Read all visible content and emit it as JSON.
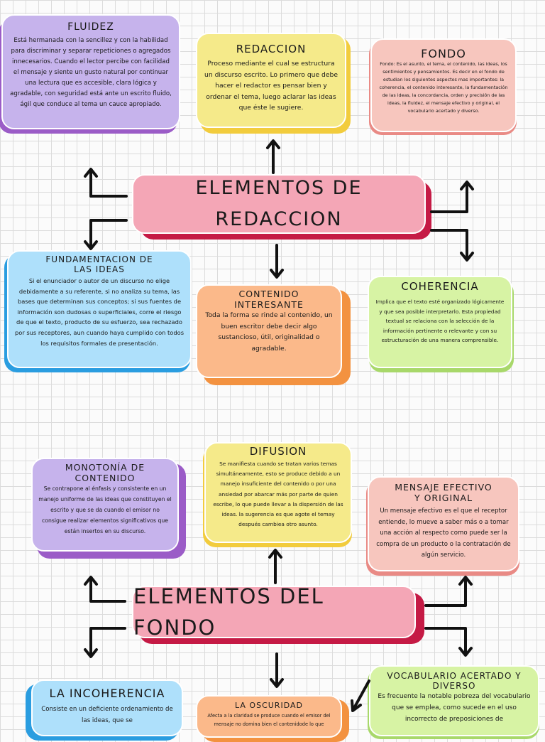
{
  "section1": {
    "hub_line1": "ELEMENTOS DE",
    "hub_line2": "REDACCION",
    "fluidez": {
      "title": "FLUIDEZ",
      "text": "Está hermanada con la sencillez y con la habilidad para discriminar y separar repeticiones o agregados innecesarios. Cuando el lector percibe con facilidad el mensaje y siente un gusto natural por continuar una lectura que es accesible, clara lógica y agradable, con seguridad está ante un escrito fluido, ágil que conduce al tema un cauce apropiado."
    },
    "redaccion": {
      "title": "REDACCION",
      "text": "Proceso mediante el cual se estructura un discurso escrito. Lo primero que debe hacer el redactor es pensar bien y ordenar el tema, luego aclarar las ideas que éste le sugiere."
    },
    "fondo": {
      "title": "FONDO",
      "text": "Fondo: Es el asunto, el tema, el contenido, las ideas, los sentimientos y pensamientos.  Es decir en el fondo de estudian  los siguientes aspectos mas importantes: la coherencia, el contenido interesante, la fundamentación de las ideas, la concordancia, orden y precisión de las ideas, la fluidez, el mensaje efectivo y original, el vocabulario acertado y diverso."
    },
    "fundamentacion": {
      "title_line1": "FUNDAMENTACION DE",
      "title_line2": "LAS IDEAS",
      "text": "Si el enunciador o autor de un discurso no elige debidamente a su referente, si no analiza su tema, las bases que determinan sus conceptos; si sus fuentes de información son dudosas o superficiales, corre el riesgo de que el texto, producto de su esfuerzo, sea rechazado por sus receptores, aun cuando haya cumplido con todos los requisitos formales de presentación."
    },
    "contenido": {
      "title_line1": "CONTENIDO",
      "title_line2": "INTERESANTE",
      "text": "Toda la forma se rinde al contenido, un buen escritor debe decir algo sustancioso, útil, originalidad o agradable."
    },
    "coherencia": {
      "title": "COHERENCIA",
      "text": "Implica que el texto esté organizado lógicamente y que sea posible interpretarlo. Esta propiedad textual se relaciona con la selección de la información pertinente o relevante y con su estructuración de una manera comprensible."
    }
  },
  "section2": {
    "hub_title": "ELEMENTOS DEL FONDO",
    "monotonia": {
      "title_line1": "MONOTONÍA DE",
      "title_line2": "CONTENIDO",
      "text": "Se contrapone al énfasis y consistente en un manejo uniforme de las ideas que constituyen el escrito y que se da cuando el emisor no consigue realizar elementos significativos que están insertos en su discurso."
    },
    "difusion": {
      "title": "DIFUSION",
      "text": "Se manifiesta cuando se tratan varios temas simultáneamente, esto se produce debido a un manejo insuficiente del contenido o por una ansiedad por abarcar más por parte de quien escribe, lo que puede llevar a la dispersión de las ideas. la sugerencia es que agote el temay después cambiea otro asunto."
    },
    "mensaje": {
      "title_line1": "MENSAJE EFECTIVO",
      "title_line2": "Y ORIGINAL",
      "text": "Un mensaje efectivo es el que el receptor entiende, lo mueve a saber más o a tomar una acción al respecto como puede ser la compra de un producto o la contratación de algún servicio."
    },
    "incoherencia": {
      "title": "LA INCOHERENCIA",
      "text": "Consiste en un deficiente ordenamiento de las ideas, que se"
    },
    "oscuridad": {
      "title": "LA OSCURIDAD",
      "text": "Afecta a la claridad se produce cuando el emisor del mensaje no domina bien el contenidode lo que"
    },
    "vocabulario": {
      "title_line1": "VOCABULARIO ACERTADO Y",
      "title_line2": "DIVERSO",
      "text": "Es frecuente la notable pobreza del vocabulario que se emplea, como sucede en el uso incorrecto de preposiciones de"
    }
  },
  "colors": {
    "purple": "#c6b3ec",
    "purple_shadow": "#9b5cc7",
    "yellow": "#f5ea8a",
    "yellow_shadow": "#f2cc3d",
    "salmon": "#f7c6be",
    "salmon_shadow": "#e98a85",
    "blue": "#aee0fb",
    "blue_shadow": "#2a9de0",
    "orange": "#fbb98a",
    "orange_shadow": "#f39240",
    "green": "#d7f3a4",
    "green_shadow": "#a8d86a",
    "pink": "#f4a6b6",
    "crimson": "#c51a45"
  }
}
